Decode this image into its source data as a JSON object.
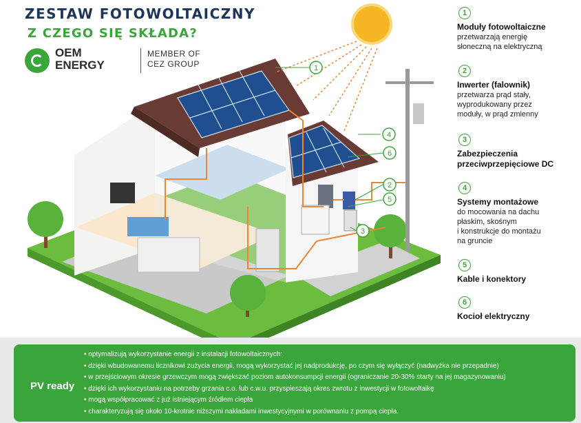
{
  "header": {
    "title_line1": "ZESTAW FOTOWOLTAICZNY",
    "title_line2": "Z CZEGO SIĘ SKŁADA?"
  },
  "logo": {
    "brand_line1": "OEM",
    "brand_line2": "ENERGY",
    "member_line1": "MEMBER OF",
    "member_line2": "CEZ GROUP"
  },
  "colors": {
    "accent_green": "#3aa53a",
    "title_navy": "#1d3557",
    "wire_orange": "#e8873a"
  },
  "callouts": [
    "1",
    "2",
    "3",
    "4",
    "5",
    "6"
  ],
  "legend": [
    {
      "number": "1",
      "title": "Moduły fotowoltaiczne",
      "lines": [
        "przetwarzają energię",
        "słoneczną na elektryczną"
      ]
    },
    {
      "number": "2",
      "title": "Inwerter (falownik)",
      "lines": [
        "przetwarza prąd stały,",
        "wyprodukowany przez",
        "moduły, w prąd zmienny"
      ]
    },
    {
      "number": "3",
      "title": "Zabezpieczenia",
      "lines": [
        "przeciwprzepięciowe DC"
      ]
    },
    {
      "number": "4",
      "title": "Systemy montażowe",
      "lines": [
        "do mocowania na dachu",
        "płaskim, skośnym",
        "i konstrukcje do montażu",
        "na gruncie"
      ]
    },
    {
      "number": "5",
      "title": "Kable i konektory",
      "lines": []
    },
    {
      "number": "6",
      "title": "Kocioł elektryczny",
      "lines": []
    }
  ],
  "pv_ready": {
    "label": "PV ready",
    "items": [
      "optymalizują wykorzystanie energii z instalacji fotowoltaicznych:",
      "dzięki wbudowanemu licznikowi zużycia energii, mogą wykorzystać jej nadprodukcję, po czym się wyłączyć (nadwyżka nie przepadnie)",
      "w przejściowym okresie grzewczym mogą zwiększać poziom autokonsumpcji energii (ograniczanie 20-30% starty na jej magazynowaniu)",
      "dzięki ich wykorzystaniu na potrzeby grzania c.o. lub c.w.u. przyspieszają okres zwrotu z inwestycji w fotowoltaikę",
      "mogą współpracować z już istniejącym źródłem ciepła",
      "charakteryzują się około 10-krotnie niższymi nakładami inwestycyjnymi w porównaniu z pompą ciepła."
    ]
  }
}
